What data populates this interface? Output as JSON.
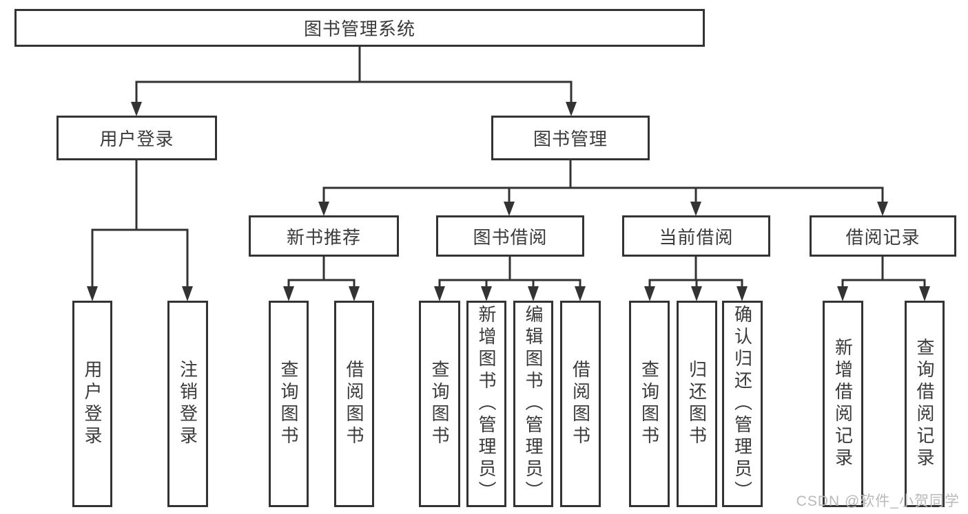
{
  "diagram": {
    "type": "hierarchy-tree",
    "colors": {
      "line": "#333333",
      "text": "#3a3a3a",
      "background": "#ffffff",
      "watermark": "#b9b9b9"
    },
    "tree": {
      "label": "图书管理系统",
      "children": [
        {
          "label": "用户登录",
          "children": [
            {
              "label": "用户登录"
            },
            {
              "label": "注销登录"
            }
          ]
        },
        {
          "label": "图书管理",
          "children": [
            {
              "label": "新书推荐",
              "children": [
                {
                  "label": "查询图书"
                },
                {
                  "label": "借阅图书"
                }
              ]
            },
            {
              "label": "图书借阅",
              "children": [
                {
                  "label": "查询图书"
                },
                {
                  "label": "新增图书（管理员）"
                },
                {
                  "label": "编辑图书（管理员）"
                },
                {
                  "label": "借阅图书"
                }
              ]
            },
            {
              "label": "当前借阅",
              "children": [
                {
                  "label": "查询图书"
                },
                {
                  "label": "归还图书"
                },
                {
                  "label": "确认归还（管理员）"
                }
              ]
            },
            {
              "label": "借阅记录",
              "children": [
                {
                  "label": "新增借阅记录"
                },
                {
                  "label": "查询借阅记录"
                }
              ]
            }
          ]
        }
      ]
    },
    "watermark": {
      "text": "CSDN @软件_小贺同学"
    }
  }
}
